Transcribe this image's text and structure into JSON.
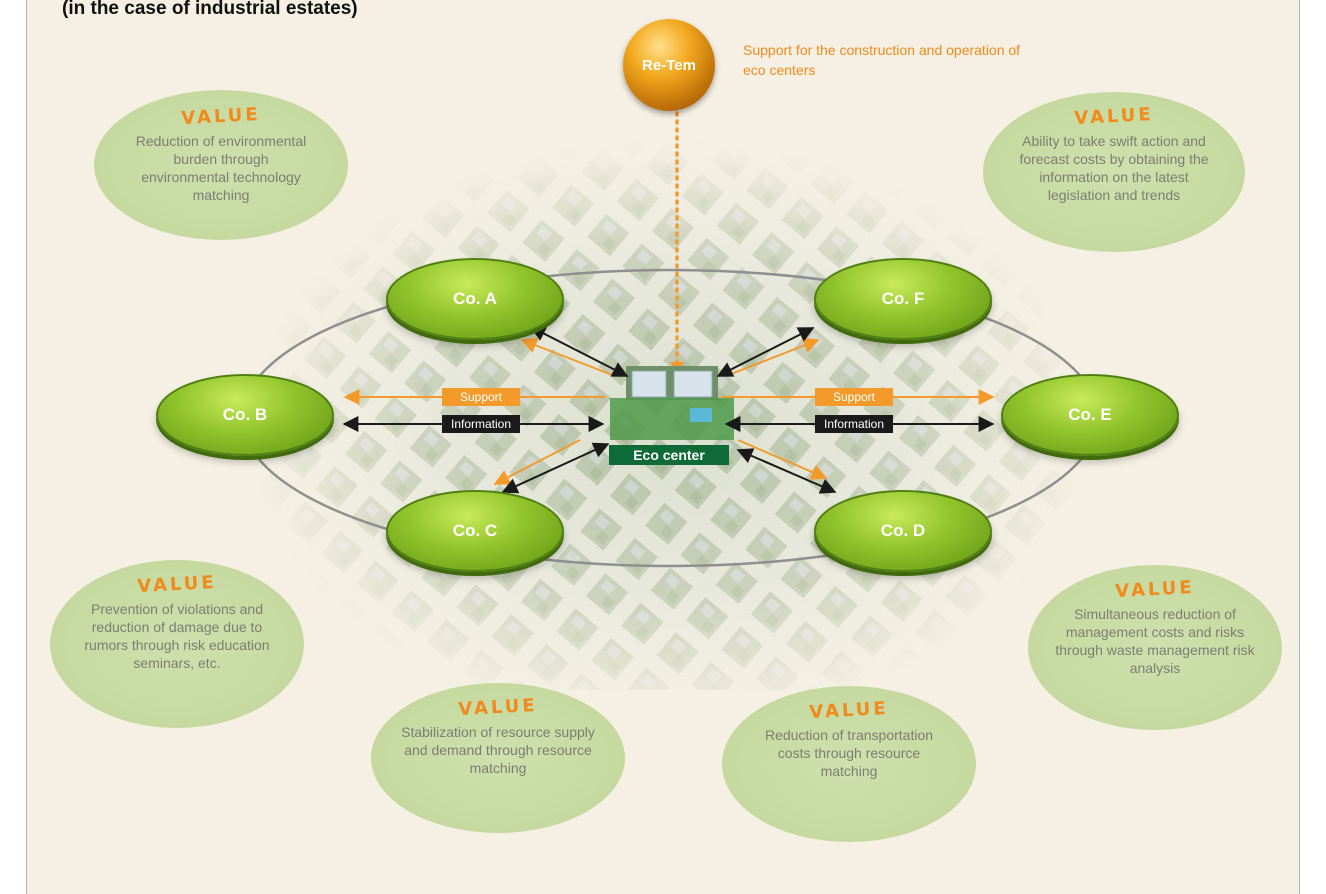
{
  "heading": "(in the case of industrial estates)",
  "retem": {
    "label": "Re-Tem",
    "caption": "Support for the construction and operation of eco centers"
  },
  "eco_center": "Eco center",
  "companies": [
    "Co. A",
    "Co. B",
    "Co. C",
    "Co. D",
    "Co. E",
    "Co. F"
  ],
  "flow_labels": {
    "support": "Support",
    "information": "Information"
  },
  "value_word": "VALUE",
  "values": [
    "Reduction of environmental burden through environmental technology matching",
    "Ability to take swift action and forecast costs by obtaining the information on the latest legislation and trends",
    "Prevention of violations and reduction of damage due to rumors through risk education seminars, etc.",
    "Simultaneous reduction of management costs and risks through waste management risk analysis",
    "Stabilization of resource supply and demand through resource matching",
    "Reduction of transportation costs through resource matching"
  ],
  "colors": {
    "panel_bg": "#f5f0e3",
    "value_orange": "#f08a1c",
    "support_arrow": "#f39a2b",
    "info_arrow": "#1a1a1a",
    "company_green": "#8fc22a",
    "eco_green": "#0e6b38",
    "value_blob": "#c8dca3"
  }
}
